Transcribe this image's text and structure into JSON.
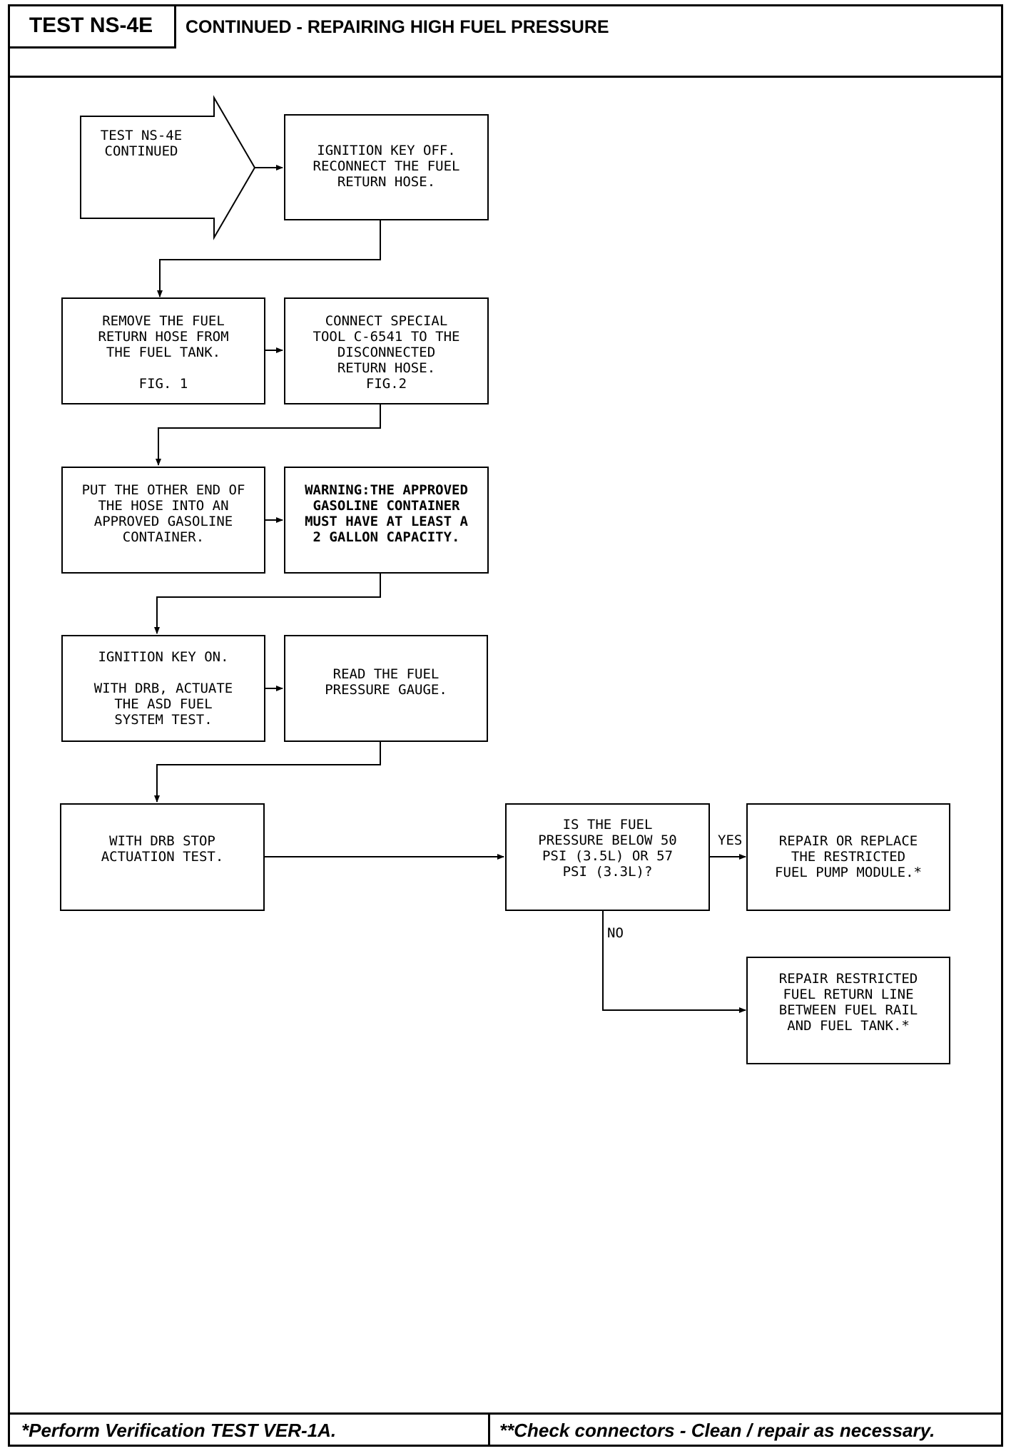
{
  "header": {
    "test_id": "TEST NS-4E",
    "title": "CONTINUED - REPAIRING HIGH FUEL PRESSURE"
  },
  "flow": {
    "start_label": "TEST NS-4E\nCONTINUED",
    "step1": "IGNITION KEY OFF.\nRECONNECT THE FUEL\nRETURN HOSE.",
    "step2": "REMOVE THE FUEL\nRETURN HOSE FROM\nTHE FUEL TANK.\n\nFIG. 1",
    "step3": "CONNECT SPECIAL\nTOOL C-6541 TO THE\nDISCONNECTED\nRETURN HOSE.\nFIG.2",
    "step4": "PUT THE OTHER END OF\nTHE HOSE INTO AN\nAPPROVED GASOLINE\nCONTAINER.",
    "warning": "WARNING:THE APPROVED\nGASOLINE CONTAINER\nMUST HAVE AT LEAST A\n2 GALLON CAPACITY.",
    "step5": "IGNITION KEY ON.\n\nWITH DRB, ACTUATE\nTHE ASD FUEL\nSYSTEM TEST.",
    "step6": "READ THE FUEL\nPRESSURE GAUGE.",
    "step7": "WITH DRB STOP\nACTUATION TEST.",
    "decision": "IS THE FUEL\nPRESSURE BELOW 50\nPSI (3.5L) OR 57\nPSI (3.3L)?",
    "yes_label": "YES",
    "no_label": "NO",
    "yes_result": "REPAIR OR REPLACE\nTHE RESTRICTED\nFUEL PUMP MODULE.*",
    "no_result": "REPAIR RESTRICTED\nFUEL RETURN LINE\nBETWEEN FUEL RAIL\nAND FUEL TANK.*"
  },
  "footer": {
    "left": "*Perform Verification TEST VER-1A.",
    "right": "**Check connectors - Clean / repair as necessary."
  }
}
